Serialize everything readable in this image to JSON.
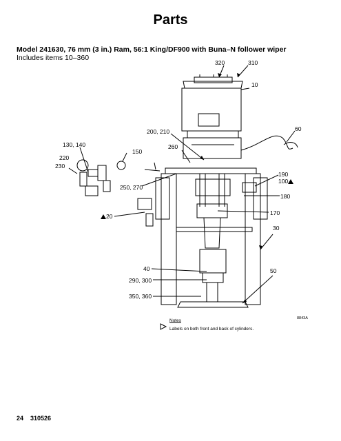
{
  "page": {
    "title": "Parts",
    "subtitle": "Model 241630, 76 mm (3 in.) Ram, 56:1 King/DF900 with Buna–N follower wiper",
    "includes": "Includes items 10–360"
  },
  "callouts": {
    "c320": "320",
    "c310": "310",
    "c10": "10",
    "c60": "60",
    "c200_210": "200, 210",
    "c260": "260",
    "c130_140": "130, 140",
    "c150": "150",
    "c220": "220",
    "c230": "230",
    "c190": "190",
    "c100": "100",
    "c250_270": "250, 270",
    "c180": "180",
    "c20": "20",
    "c170": "170",
    "c30": "30",
    "c40": "40",
    "c50": "50",
    "c290_300": "290, 300",
    "c350_360": "350, 360"
  },
  "notes": {
    "heading": "Notes",
    "text": "Labels on both front and back of cylinders."
  },
  "figure_id": "8843A",
  "footer": {
    "page_number": "24",
    "doc_number": "310526"
  }
}
